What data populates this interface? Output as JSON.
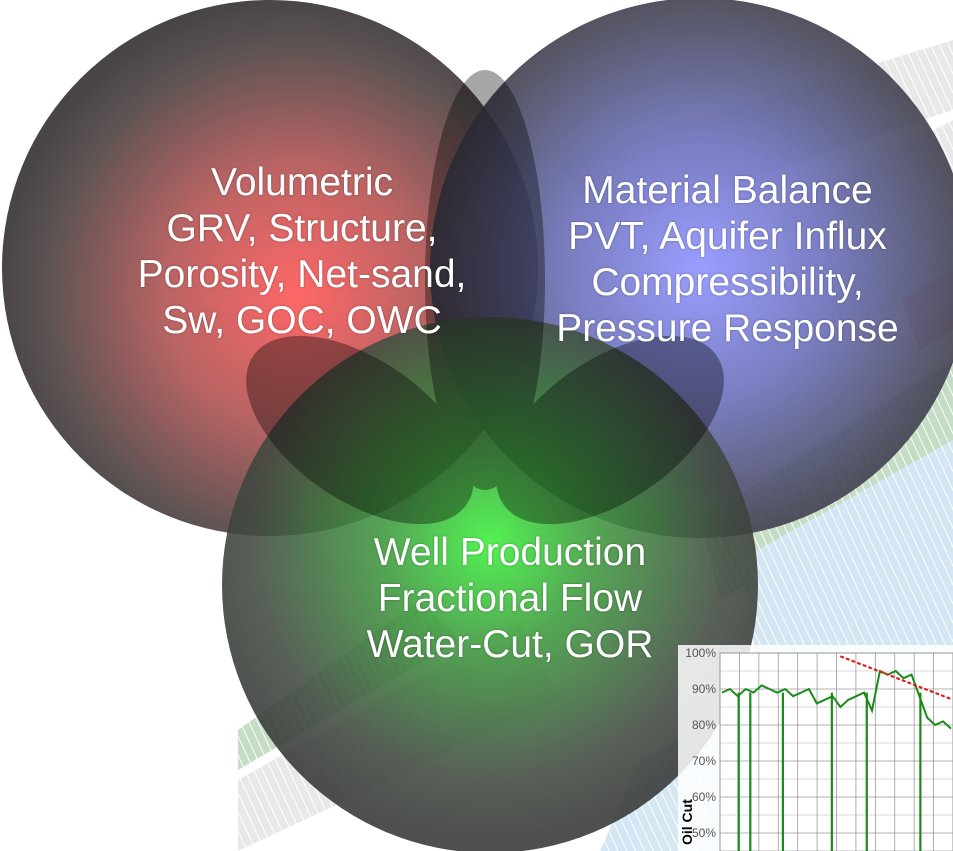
{
  "circles": [
    {
      "id": "volumetric",
      "lines": [
        "Volumetric",
        "GRV, Structure,",
        "Porosity, Net-sand,",
        "Sw, GOC, OWC"
      ],
      "color": "#e84a4a"
    },
    {
      "id": "material-balance",
      "lines": [
        "Material Balance",
        "PVT, Aquifer Influx",
        "Compressibility,",
        "Pressure Response"
      ],
      "color": "#7b7fe0"
    },
    {
      "id": "well-production",
      "lines": [
        "Well Production",
        "Fractional Flow",
        "Water-Cut, GOR"
      ],
      "color": "#3ed03e"
    }
  ],
  "chart_data": {
    "type": "line",
    "ylabel": "Oil Cut",
    "yticks": [
      "100%",
      "90%",
      "80%",
      "70%",
      "60%",
      "50%"
    ],
    "series": [
      {
        "style": "green-line",
        "color": "#1a8a1a",
        "values": [
          89,
          90,
          88,
          90,
          89,
          91,
          90,
          89,
          90,
          88,
          89,
          90,
          86,
          87,
          88,
          85,
          87,
          88,
          89,
          84,
          95,
          94,
          95,
          93,
          94,
          88,
          82,
          80,
          81,
          79
        ]
      },
      {
        "style": "red-dotted-trend",
        "color": "#e02020",
        "values": [
          99,
          97,
          95,
          93,
          91,
          89,
          87
        ]
      }
    ],
    "ylim": [
      45,
      100
    ]
  }
}
